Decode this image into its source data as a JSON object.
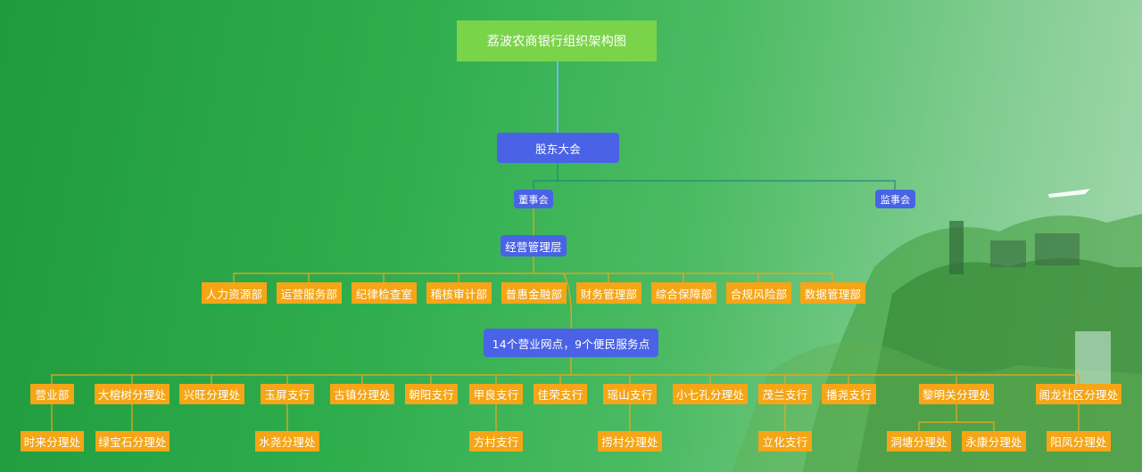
{
  "title": "荔波农商银行组织架构图",
  "shareholders": "股东大会",
  "board": "董事会",
  "supervisors": "监事会",
  "management": "经营管理层",
  "departments": [
    "人力资源部",
    "运营服务部",
    "纪律检查室",
    "稽核审计部",
    "普惠金融部",
    "财务管理部",
    "综合保障部",
    "合规风险部",
    "数据管理部"
  ],
  "network": "14个营业网点，9个便民服务点",
  "branches": [
    "营业部",
    "大榕树分理处",
    "兴旺分理处",
    "玉屏支行",
    "古镇分理处",
    "朝阳支行",
    "甲良支行",
    "佳荣支行",
    "瑶山支行",
    "小七孔分理处",
    "茂兰支行",
    "播尧支行",
    "黎明关分理处",
    "阁龙社区分理处"
  ],
  "sub_branches": {
    "营业部": [
      "时来分理处"
    ],
    "大榕树分理处": [
      "绿宝石分理处"
    ],
    "玉屏支行": [
      "水尧分理处"
    ],
    "甲良支行": [
      "方村支行"
    ],
    "瑶山支行": [
      "捞村分理处"
    ],
    "茂兰支行": [
      "立化支行"
    ],
    "黎明关分理处": [
      "洞塘分理处",
      "永康分理处"
    ],
    "阁龙社区分理处": [
      "阳凤分理处"
    ]
  },
  "colors": {
    "title_bg": "#7ad44a",
    "blue_node": "#4a63e6",
    "orange_node": "#f5a516",
    "connector_orange": "#f5a516",
    "connector_teal": "#1f8a7a",
    "connector_light_blue": "#6fb8e8"
  }
}
